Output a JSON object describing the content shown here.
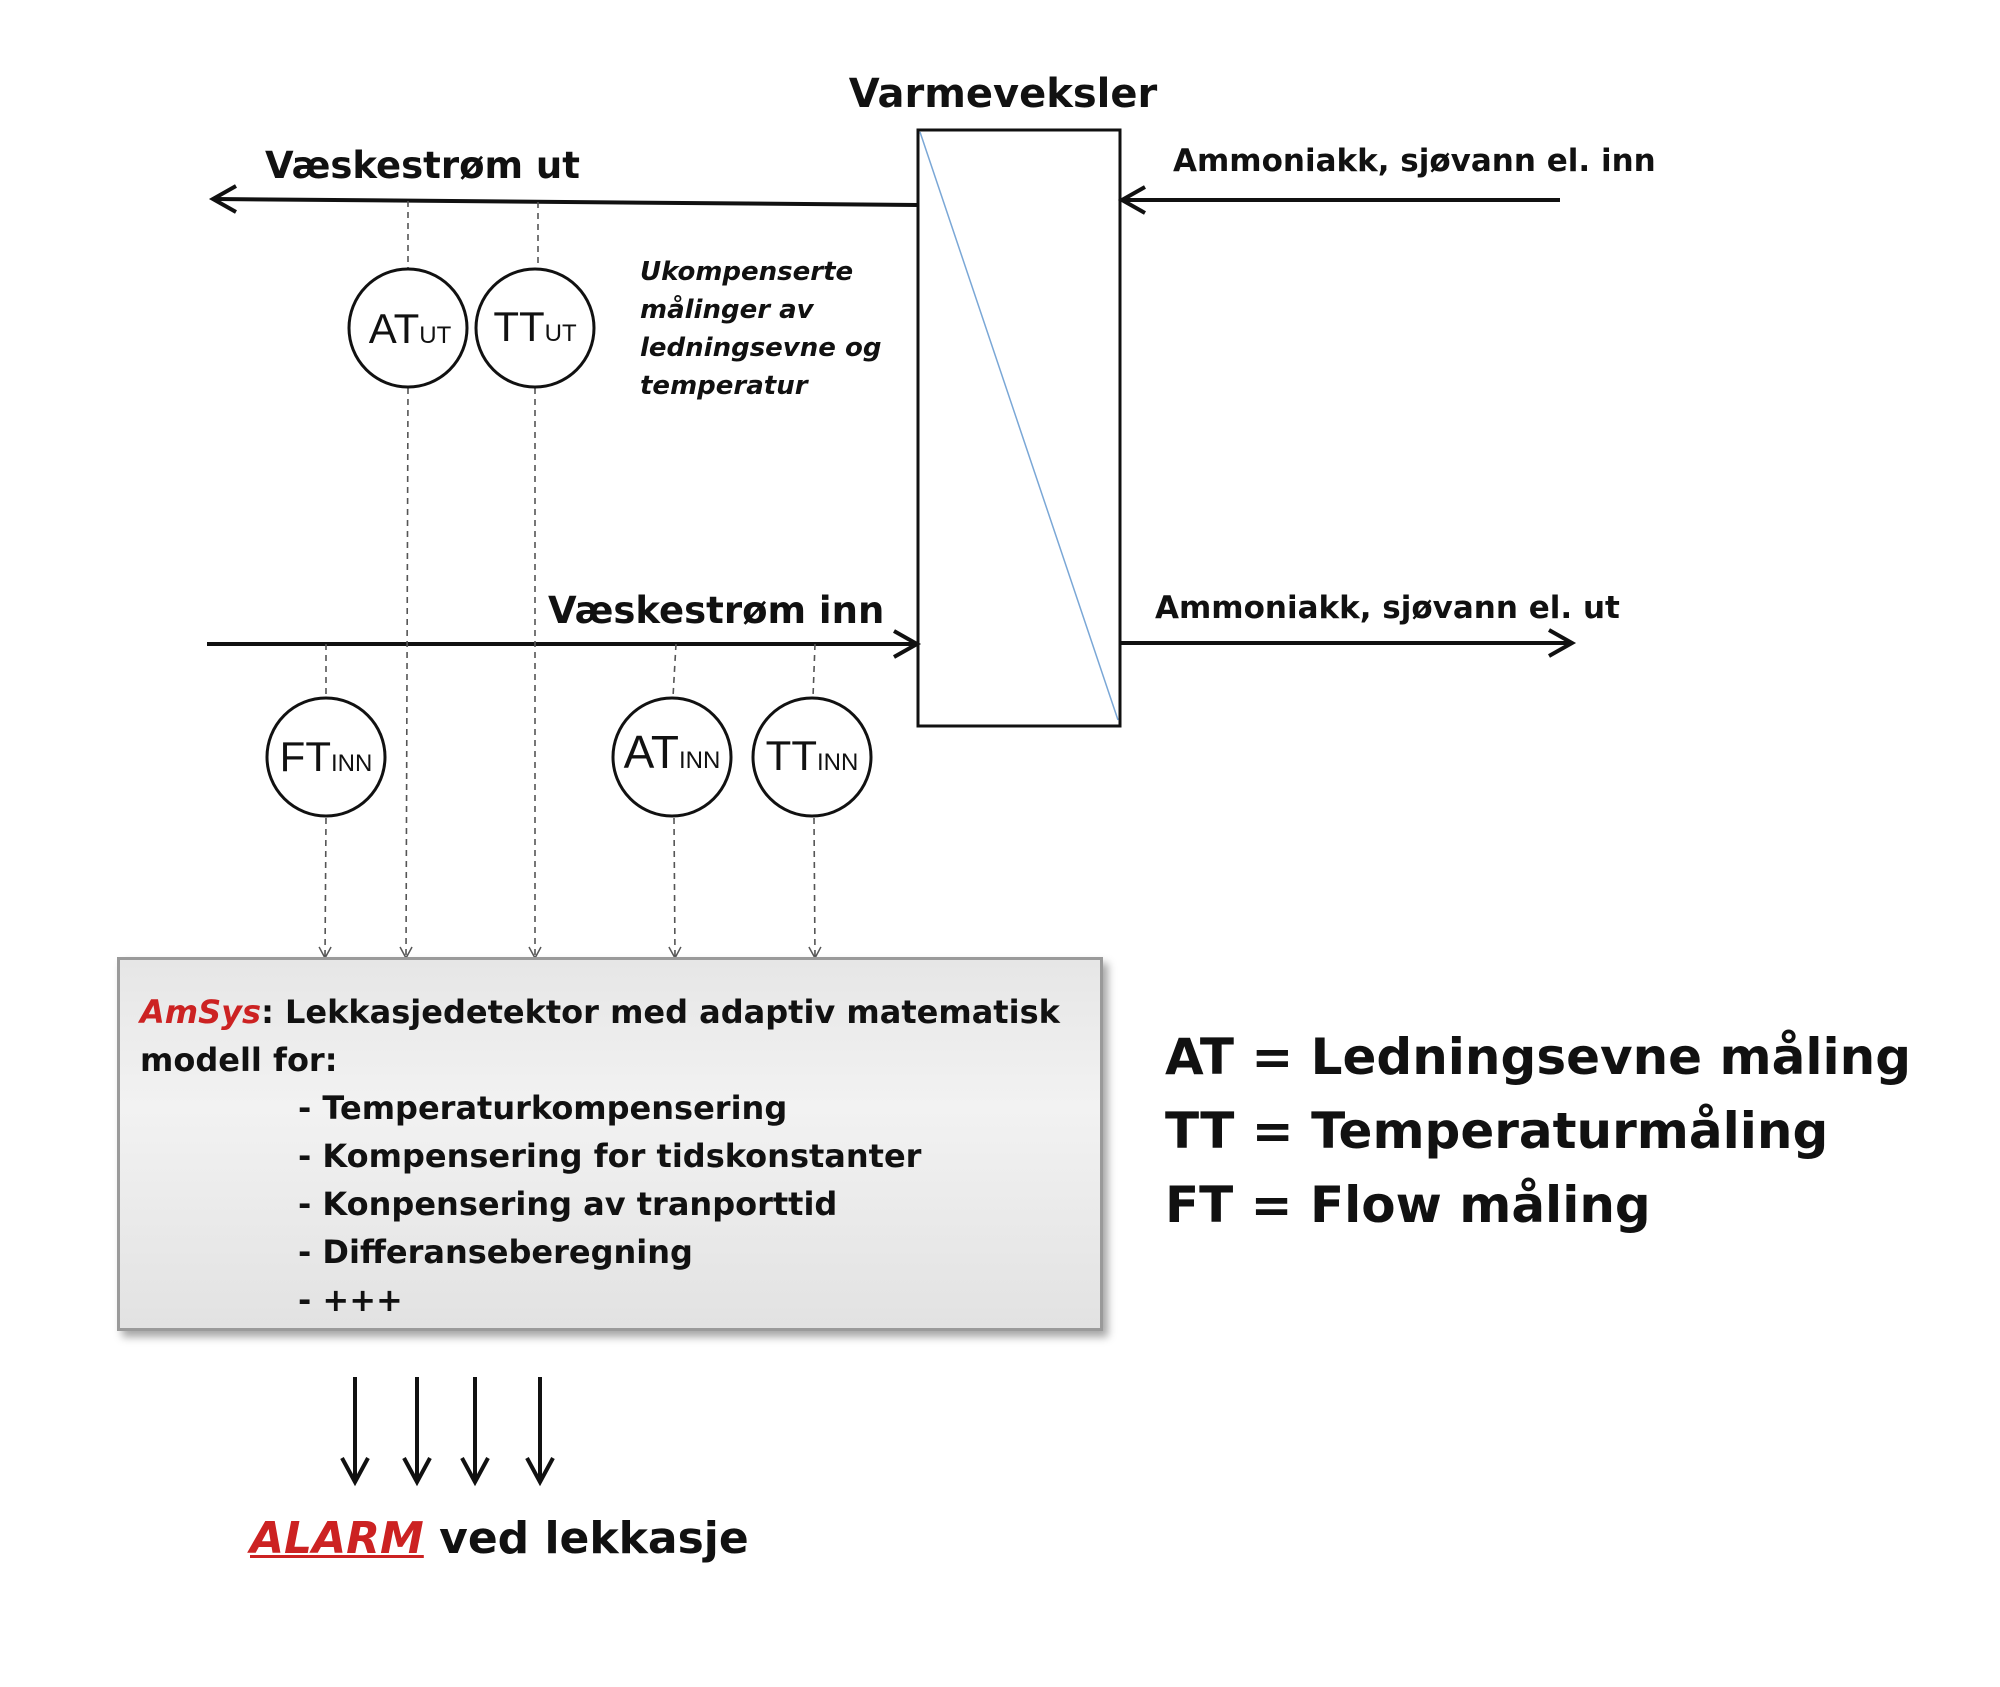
{
  "heat_exchanger": {
    "label": "Varmeveksler"
  },
  "streams": {
    "liquid_out": "Væskestrøm ut",
    "liquid_in": "Væskestrøm inn",
    "coolant_in": "Ammoniakk, sjøvann el. inn",
    "coolant_out": "Ammoniakk, sjøvann el. ut"
  },
  "note": {
    "lines": [
      "Ukompenserte",
      "målinger av",
      "ledningsevne og",
      "temperatur"
    ]
  },
  "instruments": [
    {
      "main": "AT",
      "sub": "UT"
    },
    {
      "main": "TT",
      "sub": "UT"
    },
    {
      "main": "FT",
      "sub": "INN"
    },
    {
      "main": "AT",
      "sub": "INN"
    },
    {
      "main": "TT",
      "sub": "INN"
    }
  ],
  "amsys": {
    "brand": "AmSys",
    "description": ": Lekkasjedetektor med adaptiv matematisk modell for:",
    "items": [
      "- Temperaturkompensering",
      "- Kompensering for tidskonstanter",
      "- Konpensering av tranporttid",
      "- Differanseberegning",
      "- +++"
    ]
  },
  "legend": [
    "AT = Ledningsevne måling",
    "TT = Temperaturmåling",
    "FT = Flow måling"
  ],
  "alarm": {
    "word": "ALARM",
    "rest": " ved lekkasje"
  },
  "colors": {
    "alarm_red": "#cc2222",
    "diagonal_blue": "#7aa7d6"
  }
}
